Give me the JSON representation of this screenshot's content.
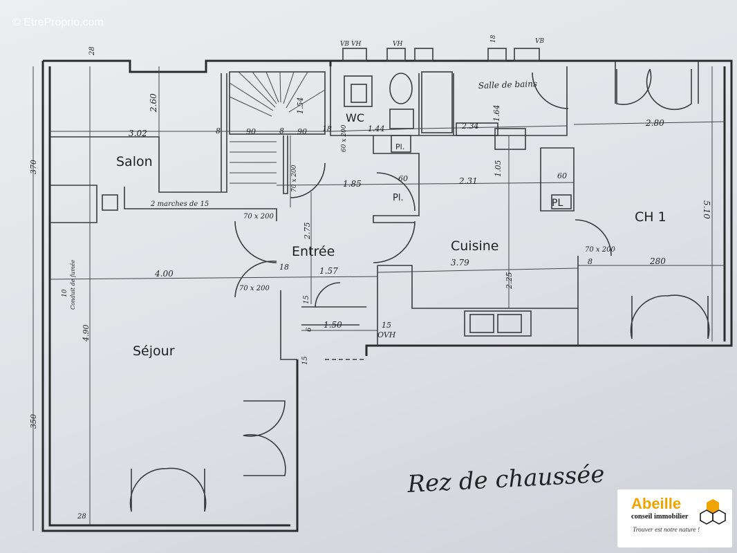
{
  "watermark": "© EtreProprio.com",
  "title": "Rez de chaussée",
  "rooms": {
    "salon": "Salon",
    "sejour": "Séjour",
    "entree": "Entrée",
    "cuisine": "Cuisine",
    "ch1": "CH 1",
    "wc": "WC",
    "sdb": "Salle de bains",
    "pl1": "Pl.",
    "pl2": "Pl.",
    "pl3": "PL"
  },
  "dimensions": {
    "d302": "3.02",
    "d260": "2.60",
    "d8a": "8",
    "d90a": "90",
    "d8b": "8",
    "d90b": "90",
    "d18": "18",
    "d154": "1.54",
    "d144": "1.44",
    "d234": "2.34",
    "d164": "1.64",
    "d280a": "2.80",
    "d185": "1.85",
    "d60a": "60",
    "d231": "2.31",
    "d105": "1.05",
    "d60b": "60",
    "d510": "5.10",
    "d370": "370",
    "marches": "2 marches de 15",
    "d70x200a": "70 x 200",
    "d275": "2.75",
    "d18b": "18",
    "d157": "1.57",
    "d379": "3.79",
    "d225": "2.25",
    "d70x200b": "70 x 200",
    "d8c": "8",
    "d280b": "280",
    "d400": "4.00",
    "d70x200c": "70 x 200",
    "d15a": "15",
    "d150": "1.50",
    "d15b": "15",
    "ovh": "OVH",
    "d6": "6",
    "d15c": "15",
    "d490": "4.90",
    "d350": "350",
    "d28a": "28",
    "d28b": "28",
    "d60x200": "60 x 200",
    "d70x200d": "70 x 200",
    "vbvh": "VB VH",
    "vh": "VH",
    "vb": "VB",
    "d18c": "18",
    "conduit": "Conduit de fumée",
    "d10": "10"
  },
  "logo": {
    "brand": "Abeille",
    "sub": "conseil immobilier",
    "tag": "Trouver est notre nature !",
    "colors": {
      "brand": "#f0a400",
      "hex": "#f0a400"
    }
  }
}
